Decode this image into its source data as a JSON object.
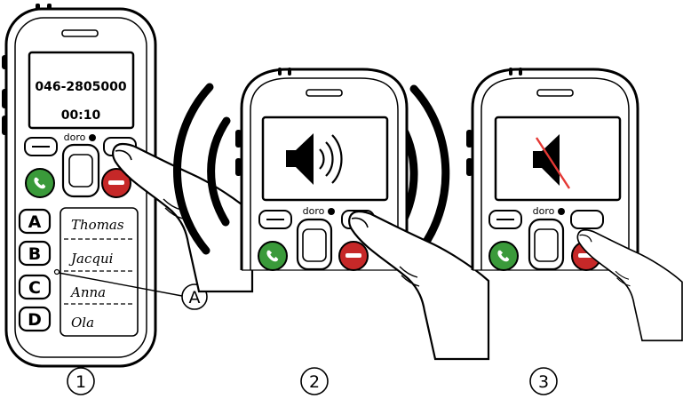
{
  "colors": {
    "ink": "#000000",
    "call_green": "#3a9a3a",
    "end_red": "#c62828",
    "mute_slash": "#e53935",
    "screen_bg": "#ffffff"
  },
  "phone1": {
    "screen_number": "046-2805000",
    "screen_timer": "00:10",
    "brand": "doro",
    "keys": [
      {
        "letter": "A",
        "name": "Thomas"
      },
      {
        "letter": "B",
        "name": "Jacqui"
      },
      {
        "letter": "C",
        "name": "Anna"
      },
      {
        "letter": "D",
        "name": "Ola"
      }
    ],
    "callout_label": "A"
  },
  "phone2": {
    "brand": "doro",
    "screen_icon": "speaker-sound-icon"
  },
  "phone3": {
    "brand": "doro",
    "screen_icon": "speaker-muted-icon"
  },
  "steps": [
    "1",
    "2",
    "3"
  ]
}
